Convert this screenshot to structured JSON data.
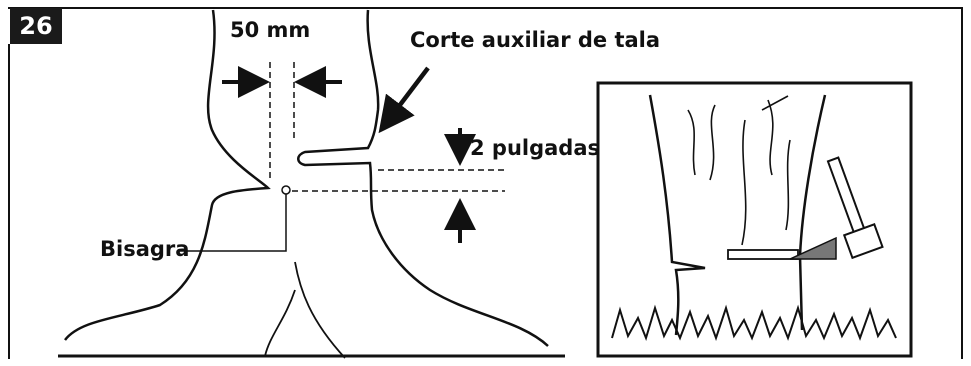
{
  "figure": {
    "number": "26",
    "labels": {
      "width": "50 mm",
      "cut": "Corte auxiliar de tala",
      "height": "2 pulgadas",
      "hinge": "Bisagra"
    }
  }
}
